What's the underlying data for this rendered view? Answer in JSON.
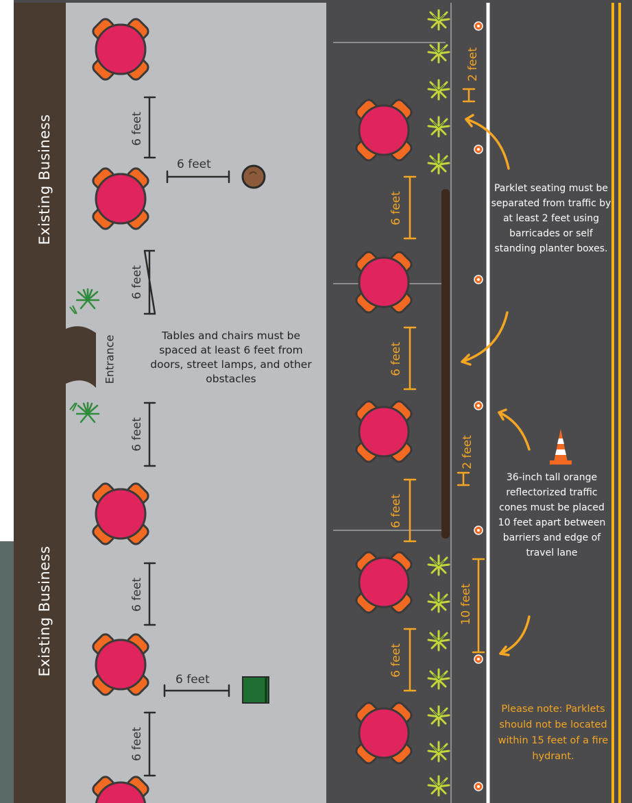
{
  "labels": {
    "business_top": "Existing Business",
    "business_bottom": "Existing Business",
    "entrance": "Entrance",
    "dim_6_feet": "6 feet",
    "dim_2_feet": "2 feet",
    "dim_10_feet": "10 feet"
  },
  "notes": {
    "spacing": "Tables and chairs must be spaced at least 6 feet from doors, street lamps, and other obstacles",
    "parklet": "Parklet seating must be separated from traffic by at least 2 feet using barricades or self standing planter boxes.",
    "cones": "36-inch tall orange reflectorized traffic cones must be placed 10 feet apart between barriers and edge of travel lane",
    "hydrant": "Please note: Parklets should not be located within 15 feet of a fire hydrant."
  },
  "icons": {
    "table": "table-with-four-chairs-icon",
    "planter": "planter-box-icon",
    "traffic_cone": "traffic-cone-icon",
    "lane_cone": "cone-marker-icon",
    "street_lamp": "street-lamp-icon",
    "trash_bin": "trash-bin-icon",
    "plant": "plant-icon",
    "arrow": "curved-arrow-icon"
  },
  "colors": {
    "business_wall": "#4a3b30",
    "sidewalk": "#bdbec1",
    "street": "#4b4b4d",
    "table": "#e0245e",
    "chair": "#f26a21",
    "dimension_dark": "#333333",
    "dimension_street": "#f5a623",
    "lane_white": "#ffffff",
    "lane_yellow": "#f5b318",
    "planter_green": "#c6d63a",
    "bin_green": "#1f6e32"
  }
}
